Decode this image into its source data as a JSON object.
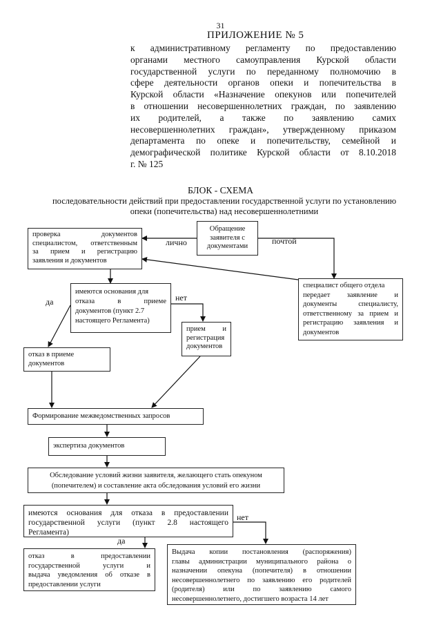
{
  "page_number": "31",
  "appendix": {
    "title": "ПРИЛОЖЕНИЕ № 5",
    "lines": [
      "к административному регламенту по предоставлению",
      "органами местного самоуправления Курской области",
      "государственной услуги по переданному полномочию в",
      "сфере деятельности органов опеки и попечительства в",
      "Курской области «Назначение опекунов или попечителей",
      "в отношении несовершеннолетних граждан, по заявлению",
      "их родителей, а также по заявлению самих",
      "несовершеннолетних граждан», утвержденному приказом",
      "департамента по опеке и попечительству, семейной и",
      "демографической политике Курской области от 8.10.2018",
      "г. № 125"
    ]
  },
  "scheme": {
    "title": "БЛОК - СХЕМА",
    "subtitle_lines": [
      "последовательности действий при предоставлении государственной услуги по установлению",
      "опеки (попечительства) над несовершеннолетними"
    ]
  },
  "boxes": {
    "check": [
      "проверка документов",
      "специалистом, ответственным",
      "за прием и регистрацию",
      "заявления и документов"
    ],
    "appeal": [
      "Обращение",
      "заявителя с",
      "документами"
    ],
    "specialist": [
      "специалист общего отдела",
      "передает заявление и",
      "документы специалисту,",
      "ответственному за прием и",
      "регистрацию заявления и",
      "документов"
    ],
    "grounds1": [
      "имеются основания для",
      "отказа в приеме",
      "документов (пункт 2.7",
      "настоящего Регламента)"
    ],
    "reception": [
      "прием и",
      "регистрация",
      "документов"
    ],
    "refusal1": [
      "отказ в приеме",
      "документов"
    ],
    "interagency": "Формирование межведомственных запросов",
    "expertise": "экспертиза документов",
    "survey": [
      "Обследование условий жизни заявителя, желающего стать опекуном",
      "(попечителем) и составление акта обследования условий его жизни"
    ],
    "grounds2": [
      "имеются основания для отказа в предоставлении",
      "государственной услуги (пункт 2.8 настоящего",
      "Регламента)"
    ],
    "refusal2": [
      "отказ в предоставлении",
      "государственной услуги и",
      "выдача уведомления об отказе в",
      "предоставлении услуги"
    ],
    "issue": [
      "Выдача копии постановления (распоряжения)",
      "главы администрации муниципального района о",
      "назначении опекуна (попечителя) в отношении",
      "несовершеннолетнего по заявлению его родителей",
      "(родителя) или по заявлению самого",
      "несовершеннолетнего, достигшего возраста 14 лет"
    ]
  },
  "labels": {
    "in_person": "лично",
    "by_mail": "почтой",
    "yes1": "да",
    "no1": "нет",
    "yes2": "да",
    "no2": "нет"
  }
}
